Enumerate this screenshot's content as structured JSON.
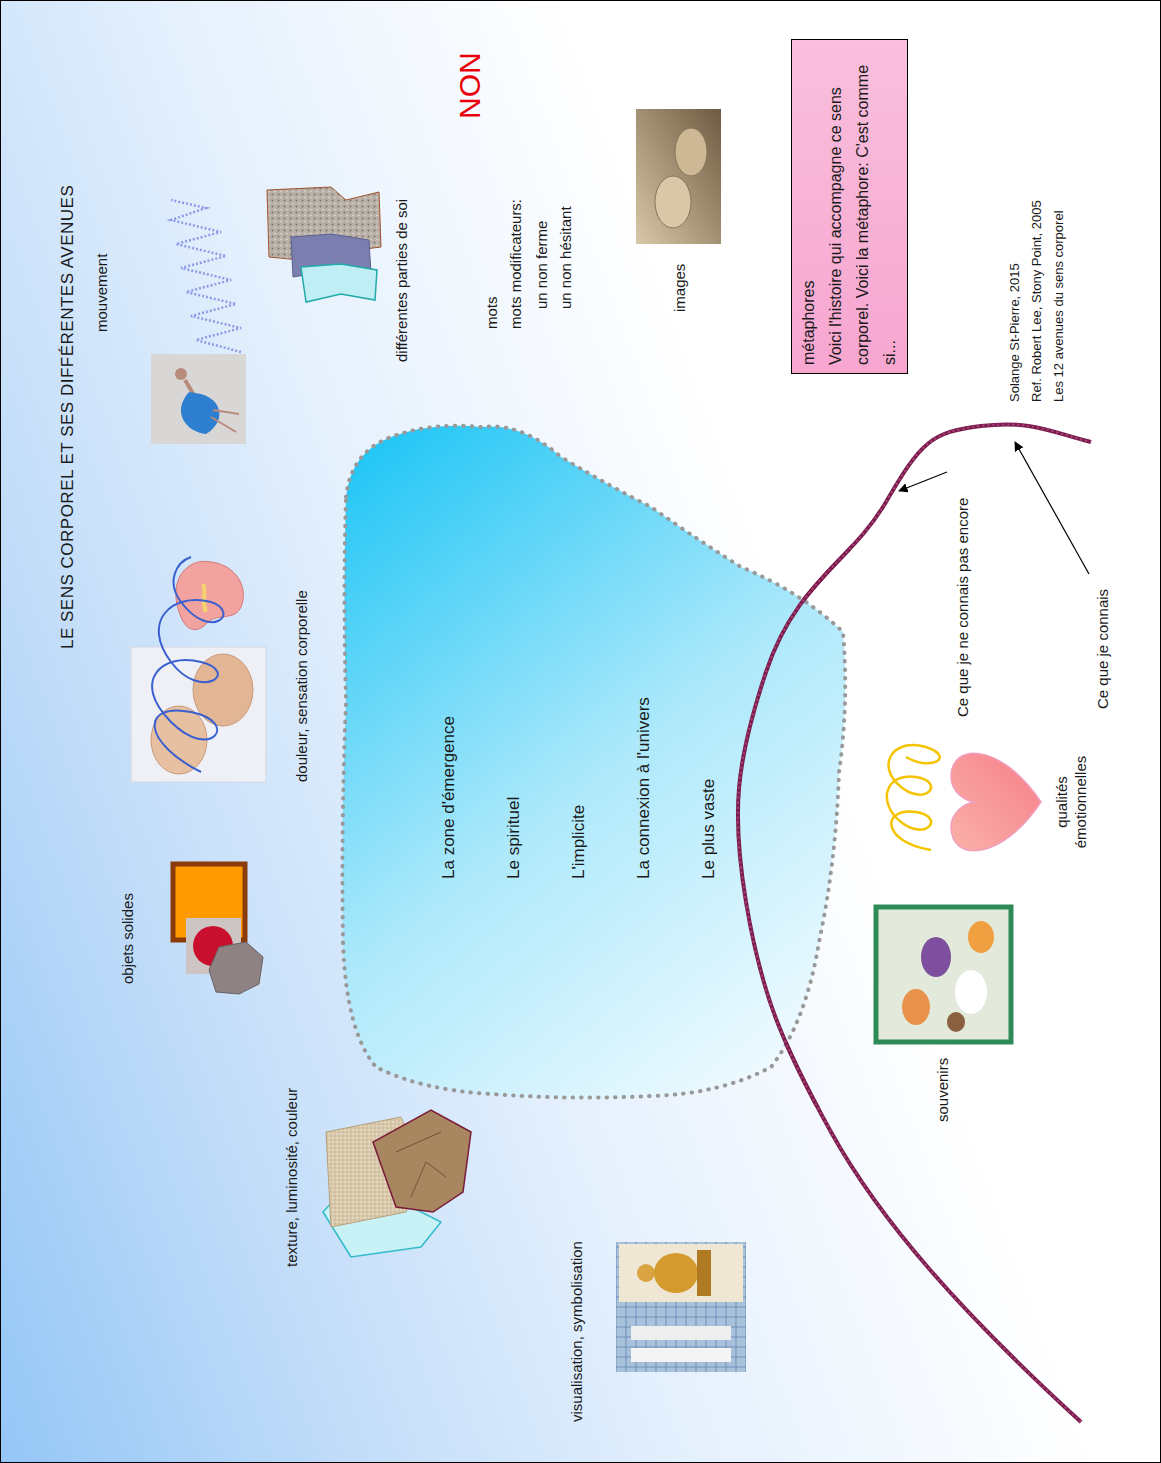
{
  "diagram": {
    "title": "LE SENS CORPOREL ET SES DIFFÉRENTES AVENUES",
    "nodes": [
      {
        "text": [
          "La zone d'émergence",
          "Le spirituel",
          "L'implicite",
          "La connexion à l'univers",
          "Le plus vaste"
        ]
      },
      {
        "text": [
          "métaphores",
          "Voici l'histoire qui accompagne ce sens corporel. Voici la métaphore: C'est comme si..."
        ]
      }
    ],
    "labels": [
      "mouvement",
      "douleur, sensation corporelle",
      "objets solides",
      "texture, luminosité, couleur",
      "visualisation, symbolisation",
      "différentes parties de soi",
      "NON",
      "mots",
      "mots modificateurs:",
      "un non ferme",
      "un non hésitant",
      "images",
      "Ce que je ne connais pas encore",
      "Ce que je connais",
      "qualités émotionnelles",
      "souvenirs",
      "Solange St-Pierre, 2015",
      "Ref. Robert Lee, Stony Point, 2005",
      "Les 12 avenues du sens corporel"
    ]
  }
}
